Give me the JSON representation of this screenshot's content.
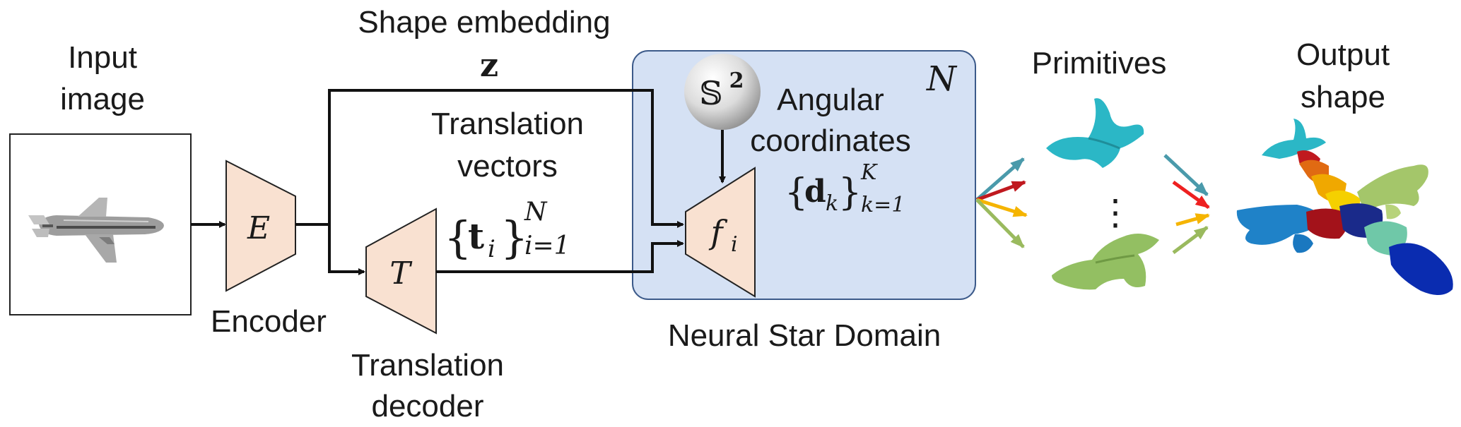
{
  "labels": {
    "input_image_l1": "Input",
    "input_image_l2": "image",
    "encoder": "Encoder",
    "encoder_symbol": "E",
    "translation_decoder_l1": "Translation",
    "translation_decoder_l2": "decoder",
    "translation_symbol": "T",
    "shape_embedding": "Shape embedding",
    "shape_embedding_symbol": "z",
    "translation_vectors_l1": "Translation",
    "translation_vectors_l2": "vectors",
    "tv_open": "{",
    "tv_vec": "t",
    "tv_sub": "i",
    "tv_close": "}",
    "tv_sup": "N",
    "tv_range": "i=1",
    "sphere_symbol": "𝕊",
    "sphere_exp": "2",
    "domain_count": "N",
    "angular_l1": "Angular",
    "angular_l2": "coordinates",
    "ac_open": "{",
    "ac_vec": "d",
    "ac_sub": "k",
    "ac_close": "}",
    "ac_sup": "K",
    "ac_range": "k=1",
    "fi_symbol": "f",
    "fi_sub": "i",
    "neural_star_domain": "Neural Star Domain",
    "primitives": "Primitives",
    "ellipsis": "⋮",
    "output_shape_l1": "Output",
    "output_shape_l2": "shape"
  },
  "colors": {
    "block_fill": "#f9e1d1",
    "domain_fill": "#d5e1f4",
    "domain_stroke": "#3c5a8a",
    "arrow_teal": "#4a9aab",
    "arrow_red": "#c0191f",
    "arrow_yellow": "#f5b400",
    "arrow_green": "#9aba5e",
    "primitive_cyan": "#2bb7c6",
    "primitive_green": "#93bf62"
  },
  "icons": {
    "input_image": "airplane-photo",
    "sphere": "sphere-icon",
    "primitives": "primitive-shapes",
    "output": "colored-airplane-shape"
  }
}
